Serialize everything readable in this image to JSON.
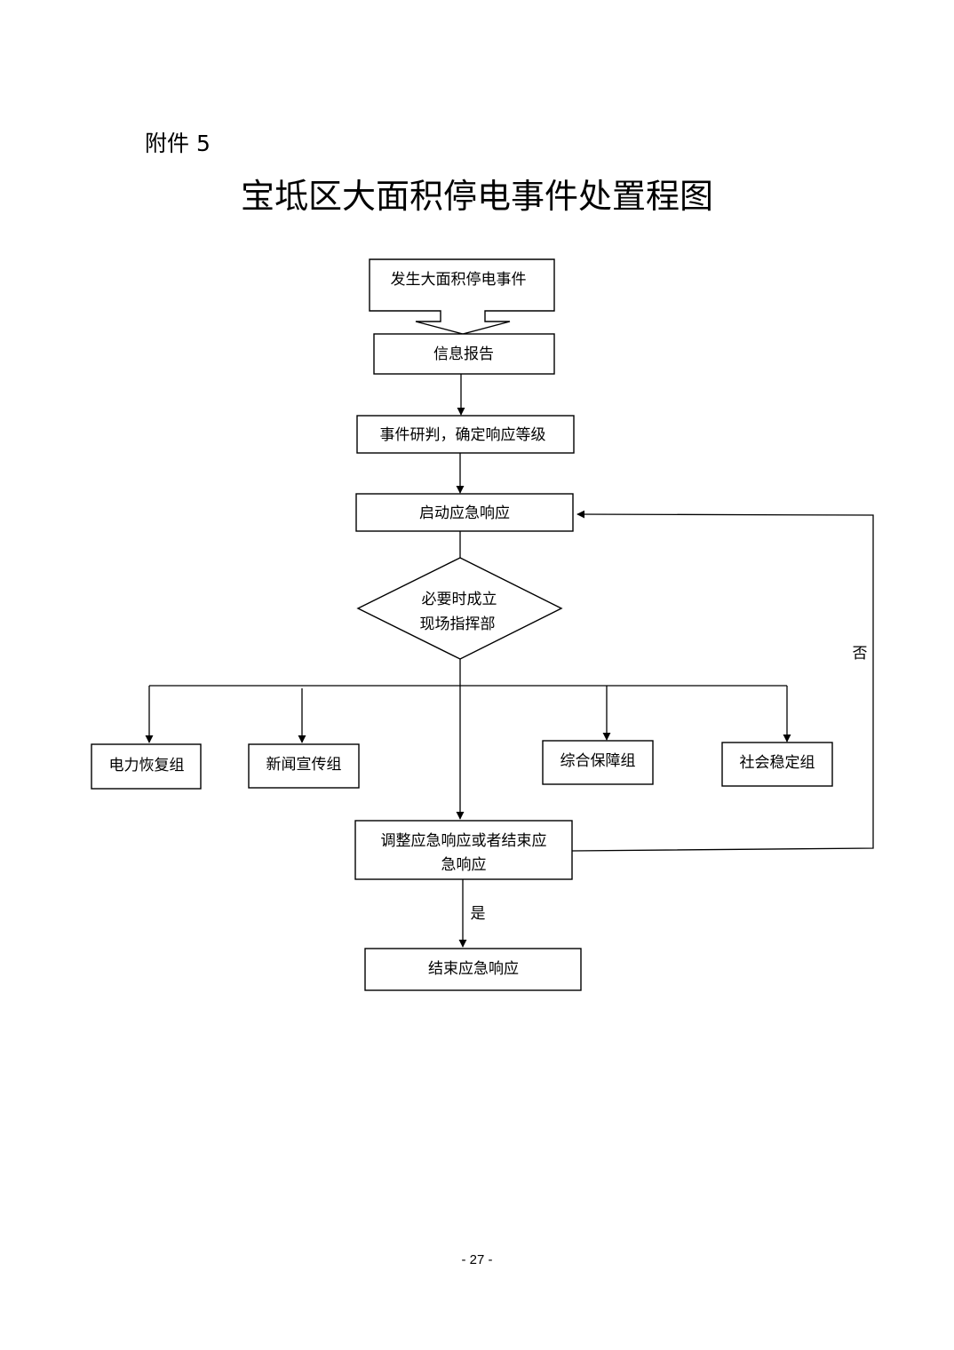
{
  "annex_label": "附件 5",
  "title": "宝坻区大面积停电事件处置程图",
  "page_number": "- 27 -",
  "flow": {
    "event": "发生大面积停电事件",
    "info_report": "信息报告",
    "assess": "事件研判，确定响应等级",
    "start_response": "启动应急响应",
    "command_line1": "必要时成立",
    "command_line2": "现场指挥部",
    "groups": [
      "电力恢复组",
      "新闻宣传组",
      "综合保障组",
      "社会稳定组"
    ],
    "adjust_line1": "调整应急响应或者结束应",
    "adjust_line2": "急响应",
    "end_response": "结束应急响应",
    "no_label": "否",
    "yes_label": "是"
  }
}
